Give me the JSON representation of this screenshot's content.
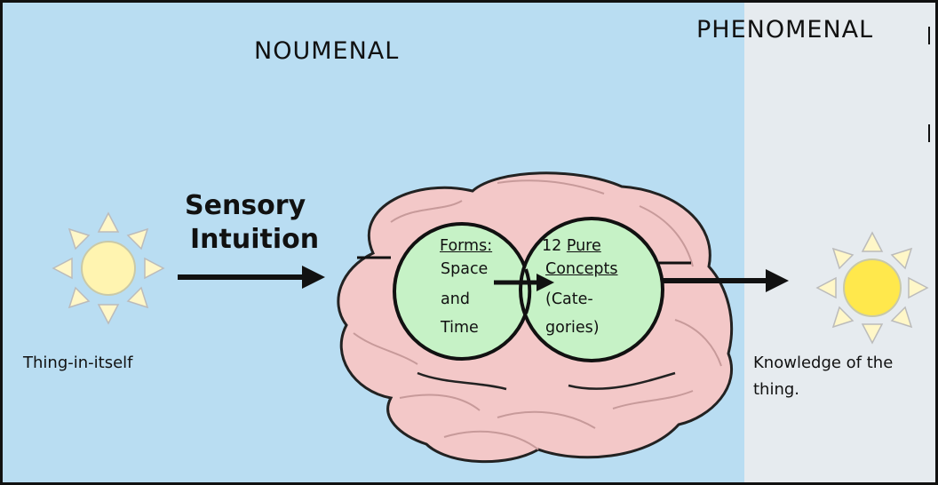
{
  "regions": {
    "noumenal": "NOUMENAL",
    "phenomenal": "PHENOMENAL"
  },
  "sensory_intuition": {
    "line1": "Sensory",
    "line2": "Intuition"
  },
  "left_caption": "Thing-in-itself",
  "right_caption": {
    "line1": "Knowledge of the",
    "line2": "thing."
  },
  "forms_circle": {
    "heading": "Forms:",
    "line2": "Space",
    "line3": "and",
    "line4": "Time"
  },
  "concepts_circle": {
    "line1_prefix": "12 ",
    "line1_underlined": "Pure",
    "line2": "Concepts",
    "line3": "(Cate-",
    "line4": "gories)"
  },
  "colors": {
    "noumenal_background": "#b9ddf2",
    "phenomenal_background": "#e6ebef",
    "brain": "#f3c8c8",
    "circles": "#c6f2c6",
    "sun": "#fff4b0",
    "sun_right_core": "#ffe84c"
  },
  "icons": [
    "sun-icon",
    "brain-icon",
    "arrow-icon"
  ]
}
